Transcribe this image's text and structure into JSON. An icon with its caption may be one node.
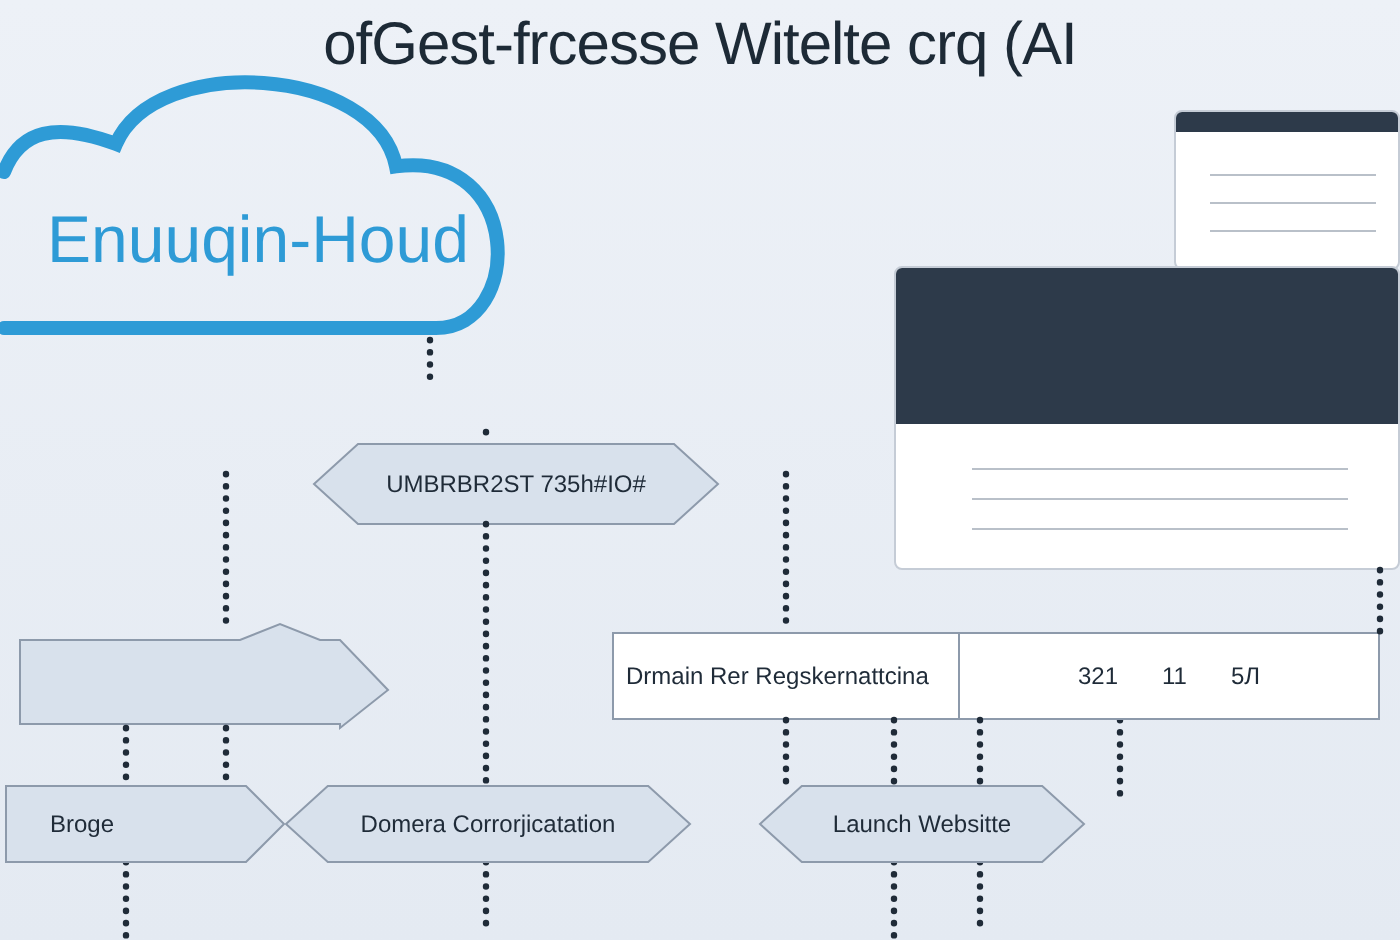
{
  "diagram": {
    "title": "ofGest-frcesse Witelte crq (AI",
    "nodes": [
      {
        "text": [
          "Enuuqin-Houd"
        ]
      },
      {
        "text": [],
        "shape": "picture"
      },
      {
        "text": [
          "UMBRBR2ST 735h#IO#"
        ]
      },
      {
        "text": [],
        "shape": "picture"
      },
      {
        "text": [],
        "shape": "arrow"
      },
      {
        "text": [
          "Drmain Rer Regskernattcina"
        ]
      },
      {
        "text": [
          "321",
          "11",
          "5Л"
        ]
      },
      {
        "text": [
          "Broge"
        ]
      },
      {
        "text": [
          "Domera Corrorjicatation"
        ]
      },
      {
        "text": [
          "Launch Websitte"
        ]
      }
    ],
    "edges": [
      {
        "from": 2,
        "to": 8,
        "arrow": "none",
        "style": "dashed"
      },
      {
        "from": 4,
        "to": 7,
        "arrow": "none",
        "style": "dashed"
      },
      {
        "from": 5,
        "to": 9,
        "arrow": "none",
        "style": "dashed"
      },
      {
        "from": 6,
        "to": 9,
        "arrow": "none",
        "style": "dashed"
      },
      {
        "from": 3,
        "to": 6,
        "arrow": "none",
        "style": "dashed"
      },
      {
        "from": 4,
        "to": 7,
        "arrow": "none",
        "style": "dashed"
      },
      {
        "from": 5,
        "to": 9,
        "arrow": "none",
        "style": "dashed"
      }
    ]
  }
}
